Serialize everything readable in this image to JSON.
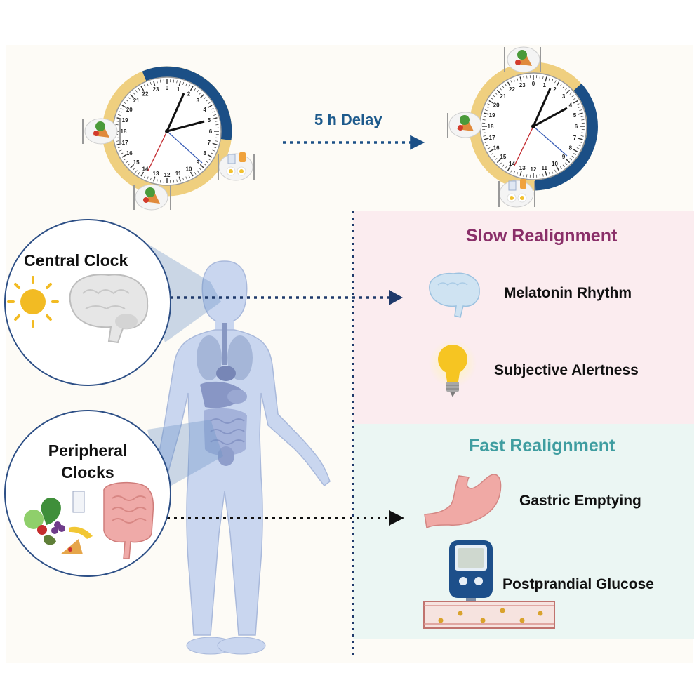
{
  "shift_label": "5 h Delay",
  "central_clock_label": "Central Clock",
  "peripheral_clocks_label": "Peripheral Clocks",
  "slow_group": {
    "title": "Slow Realignment",
    "items": [
      "Melatonin Rhythm",
      "Subjective Alertness"
    ]
  },
  "fast_group": {
    "title": "Fast Realignment",
    "items": [
      "Gastric Emptying",
      "Postprandial Glucose"
    ]
  },
  "clock_hour_labels": [
    "0",
    "1",
    "2",
    "3",
    "4",
    "5",
    "6",
    "7",
    "8",
    "9",
    "10",
    "11",
    "12",
    "13",
    "14",
    "15",
    "16",
    "17",
    "18",
    "19",
    "20",
    "21",
    "22",
    "23"
  ],
  "colors": {
    "navy": "#1b4f86",
    "gold": "#efcf7f",
    "slow_bg": "#fbecef",
    "fast_bg": "#ebf6f3",
    "slow_title": "#8a2f69",
    "fast_title": "#3f9da0",
    "dotted_line": "#1f3a6b",
    "body_blue": "#b8c8e6"
  },
  "icons": [
    "sun-icon",
    "brain-icon",
    "food-icon",
    "intestine-icon",
    "stomach-icon",
    "bulb-icon",
    "glucose-meter-icon",
    "meal-plate-icon",
    "breakfast-plate-icon"
  ]
}
